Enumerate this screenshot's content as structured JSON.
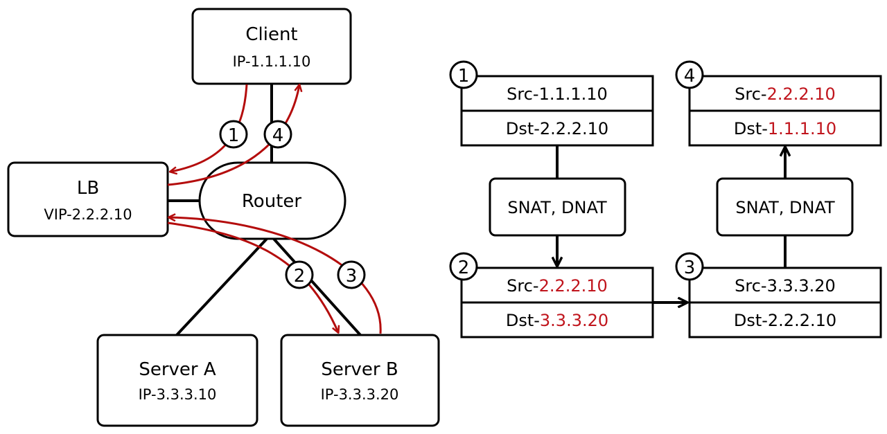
{
  "client": {
    "name": "Client",
    "ip": "IP-1.1.1.10"
  },
  "lb": {
    "name": "LB",
    "ip": "VIP-2.2.2.10"
  },
  "router": {
    "name": "Router"
  },
  "server_a": {
    "name": "Server A",
    "ip": "IP-3.3.3.10"
  },
  "server_b": {
    "name": "Server B",
    "ip": "IP-3.3.3.20"
  },
  "steps": {
    "s1": "1",
    "s2": "2",
    "s3": "3",
    "s4": "4"
  },
  "packets": {
    "p1": {
      "src_prefix": "Src-",
      "src": "1.1.1.10",
      "dst_prefix": "Dst-",
      "dst": "2.2.2.10"
    },
    "p2": {
      "src_prefix": "Src-",
      "src": "2.2.2.10",
      "dst_prefix": "Dst-",
      "dst": "3.3.3.20"
    },
    "p3": {
      "src_prefix": "Src-",
      "src": "3.3.3.20",
      "dst_prefix": "Dst-",
      "dst": "2.2.2.10"
    },
    "p4": {
      "src_prefix": "Src-",
      "src": "2.2.2.10",
      "dst_prefix": "Dst-",
      "dst": "1.1.1.10"
    }
  },
  "nat": {
    "left": "SNAT, DNAT",
    "right": "SNAT, DNAT"
  },
  "colors": {
    "arrow": "#b40c0c",
    "highlight": "#c0141c"
  }
}
